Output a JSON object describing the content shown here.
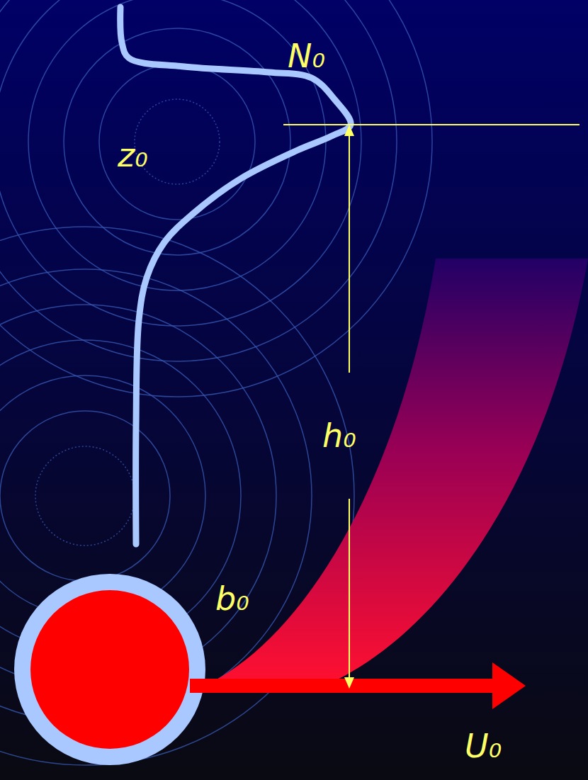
{
  "diagram": {
    "labels": [
      "N₀",
      "z₀",
      "h₀",
      "b₀",
      "U₀"
    ]
  }
}
